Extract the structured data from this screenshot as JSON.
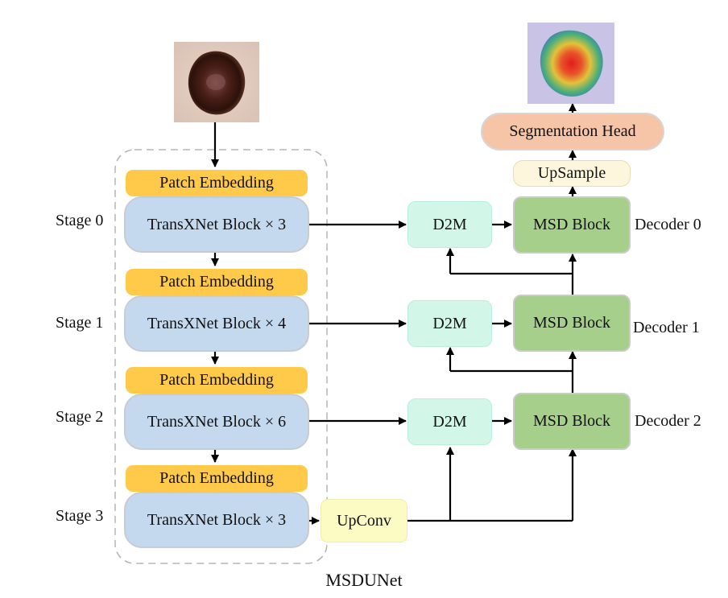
{
  "encoder": {
    "stages": [
      {
        "stage_label": "Stage 0",
        "embed_label": "Patch Embedding",
        "block_label": "TransXNet Block × 3"
      },
      {
        "stage_label": "Stage 1",
        "embed_label": "Patch Embedding",
        "block_label": "TransXNet Block × 4"
      },
      {
        "stage_label": "Stage 2",
        "embed_label": "Patch Embedding",
        "block_label": "TransXNet Block × 6"
      },
      {
        "stage_label": "Stage 3",
        "embed_label": "Patch Embedding",
        "block_label": "TransXNet Block × 3"
      }
    ]
  },
  "decoder": {
    "levels": [
      {
        "d2m_label": "D2M",
        "msd_label": "MSD Block",
        "decoder_label": "Decoder 0"
      },
      {
        "d2m_label": "D2M",
        "msd_label": "MSD Block",
        "decoder_label": "Decoder 1"
      },
      {
        "d2m_label": "D2M",
        "msd_label": "MSD Block",
        "decoder_label": "Decoder 2"
      }
    ],
    "upconv_label": "UpConv",
    "upsample_label": "UpSample",
    "seg_head_label": "Segmentation Head"
  },
  "network_name": "MSDUNet",
  "colors": {
    "patch_embedding": "#ffc94a",
    "transxnet_block": "#c4d9ee",
    "d2m": "#d2f7e8",
    "msd_block": "#a5cf8b",
    "upconv": "#fdfbc4",
    "upsample": "#fdf6dd",
    "segmentation_head": "#f6c4a6",
    "arrows": "#000000"
  }
}
